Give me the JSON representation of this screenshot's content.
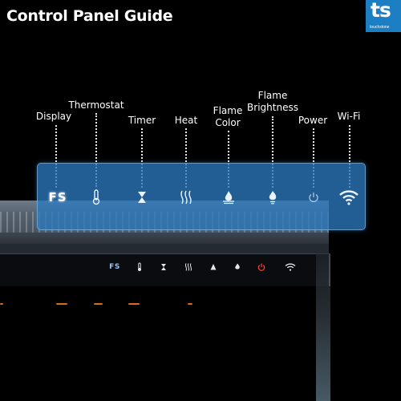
{
  "header": {
    "title": "Control Panel Guide"
  },
  "brand": {
    "logo_text": "ts",
    "logo_subtext": "touchstone",
    "color": "#1c7fc4"
  },
  "panel": {
    "display_readout": "FS",
    "controls": [
      {
        "label": "Display",
        "icon": "display-fs-icon"
      },
      {
        "label": "Thermostat",
        "icon": "thermometer-icon"
      },
      {
        "label": "Timer",
        "icon": "hourglass-icon"
      },
      {
        "label": "Heat",
        "icon": "heat-waves-icon"
      },
      {
        "label": "Flame\nColor",
        "icon": "flame-color-icon"
      },
      {
        "label": "Flame\nBrightness",
        "icon": "flame-brightness-icon"
      },
      {
        "label": "Power",
        "icon": "power-icon"
      },
      {
        "label": "Wi-Fi",
        "icon": "wifi-icon"
      }
    ]
  },
  "device_bar": {
    "display_readout": "FS"
  },
  "colors": {
    "highlight": "#2c78be",
    "power_on": "#ff3b2f",
    "display_text": "#8fc6ff"
  }
}
